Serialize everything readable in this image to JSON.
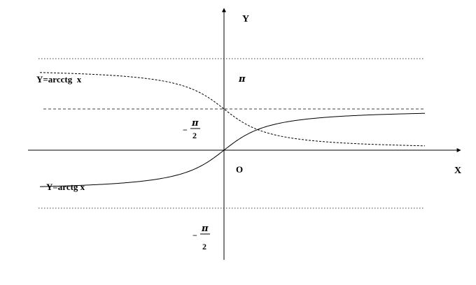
{
  "axes": {
    "x_label": "X",
    "y_label": "Y",
    "origin_label": "O"
  },
  "curves": {
    "arcctg_label": "Y=arcctg  x",
    "arctg_label": "Y=arctg x"
  },
  "ticks": {
    "pi": "π",
    "pi_half_upper": {
      "sign": "−",
      "numerator": "π",
      "denominator": "2"
    },
    "pi_half_lower": {
      "sign": "−",
      "numerator": "π",
      "denominator": "2"
    }
  },
  "chart_data": {
    "type": "line",
    "series": [
      {
        "name": "Y=arcctg  x",
        "style": "dashed"
      },
      {
        "name": "Y=arctg x",
        "style": "solid"
      }
    ],
    "asymptotes": [
      "π",
      "π/2",
      "0",
      "-π/2"
    ]
  }
}
